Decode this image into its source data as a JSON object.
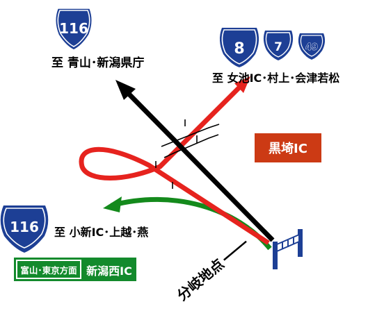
{
  "destinations": {
    "north": {
      "route": "116",
      "label": "至 青山･新潟県庁"
    },
    "northeast": {
      "routes": [
        "8",
        "7",
        "49"
      ],
      "label": "至 女池IC･村上･会津若松"
    },
    "west": {
      "route": "116",
      "label": "至 小新IC･上越･燕"
    }
  },
  "kurosaki_ic": {
    "label": "黒埼IC",
    "color": "#cc3a14"
  },
  "ic_sign": {
    "left": "富山･東京方面",
    "right": "新潟西IC",
    "color": "#138a2c"
  },
  "branch_point": {
    "label": "分岐地点"
  },
  "colors": {
    "route_shield": "#1d3f95",
    "black_arrow": "#000000",
    "red_arrow": "#e6231e",
    "green_arrow": "#148a1c"
  }
}
